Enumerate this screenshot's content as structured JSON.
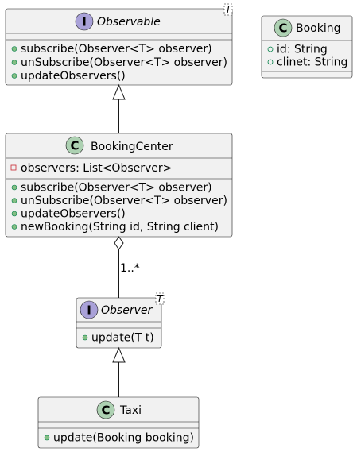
{
  "classes": {
    "observable": {
      "stereotype_letter": "I",
      "name": "Observable",
      "generic": "T",
      "colors": {
        "badge": "#a9a1d8"
      },
      "fields": [],
      "methods": [
        "subscribe(Observer<T> observer)",
        "unSubscribe(Observer<T> observer)",
        "updateObservers()"
      ]
    },
    "booking": {
      "stereotype_letter": "C",
      "name": "Booking",
      "colors": {
        "badge": "#add1b2"
      },
      "fields": [
        "id: String",
        "clinet: String"
      ],
      "methods": []
    },
    "booking_center": {
      "stereotype_letter": "C",
      "name": "BookingCenter",
      "colors": {
        "badge": "#add1b2"
      },
      "fields": [
        "observers: List<Observer>"
      ],
      "methods": [
        "subscribe(Observer<T> observer)",
        "unSubscribe(Observer<T> observer)",
        "updateObservers()",
        "newBooking(String id, String client)"
      ]
    },
    "observer": {
      "stereotype_letter": "I",
      "name": "Observer",
      "generic": "T",
      "colors": {
        "badge": "#a9a1d8"
      },
      "fields": [],
      "methods": [
        "update(T t)"
      ]
    },
    "taxi": {
      "stereotype_letter": "C",
      "name": "Taxi",
      "colors": {
        "badge": "#add1b2"
      },
      "fields": [],
      "methods": [
        "update(Booking booking)"
      ]
    }
  },
  "relations": [
    {
      "from": "booking_center",
      "to": "observable",
      "kind": "realization"
    },
    {
      "from": "booking_center",
      "to": "observer",
      "kind": "aggregation",
      "label": "1..*"
    },
    {
      "from": "taxi",
      "to": "observer",
      "kind": "realization"
    }
  ],
  "visibility_colors": {
    "public": "#84be84",
    "private": "#c82930"
  }
}
